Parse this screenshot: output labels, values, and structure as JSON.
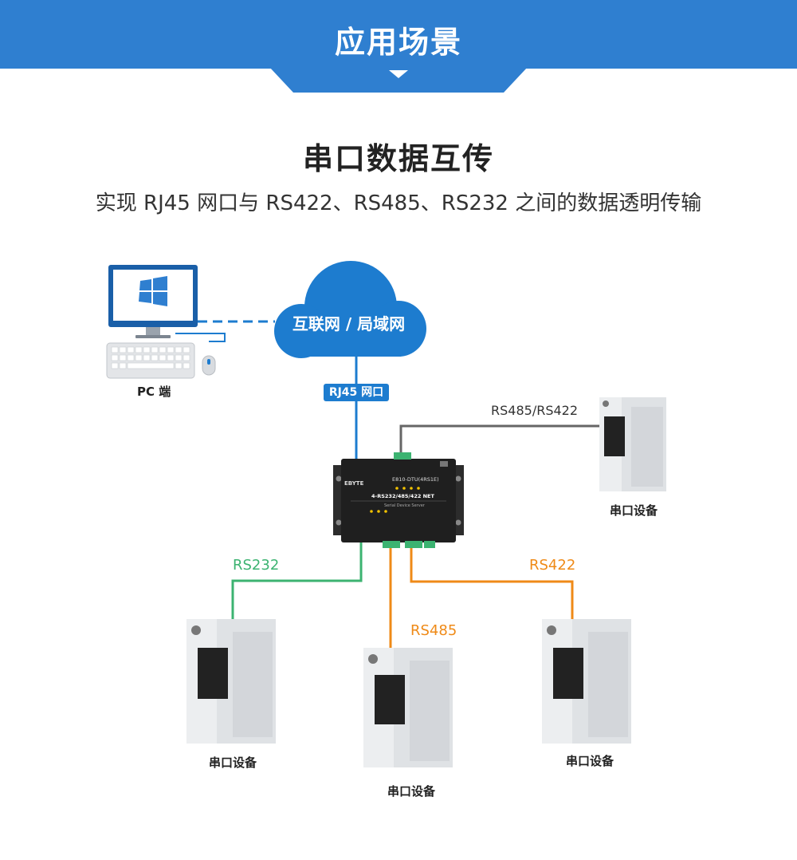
{
  "header": {
    "title": "应用场景"
  },
  "section": {
    "title": "串口数据互传",
    "subtitle": "实现 RJ45 网口与 RS422、RS485、RS232 之间的数据透明传输"
  },
  "diagram": {
    "cloud_label": "互联网 / 局域网",
    "rj45_label": "RJ45 网口",
    "pc_label": "PC 端",
    "device_labels": {
      "top_right": "串口设备",
      "bottom_left": "串口设备",
      "bottom_middle": "串口设备",
      "bottom_right": "串口设备"
    },
    "connections": {
      "top_right": "RS485/RS422",
      "left": "RS232",
      "middle": "RS485",
      "right": "RS422"
    },
    "device_box": {
      "brand": "EBYTE",
      "model": "E810-DTU(4RS1E)",
      "name": "4-RS232/485/422 NET",
      "desc": "Serial Device Server"
    }
  },
  "colors": {
    "banner_blue": "#2f7fd0",
    "line_blue": "#1d7ccf",
    "line_green": "#3cb371",
    "line_orange": "#ef8a17",
    "line_gray": "#666666"
  }
}
